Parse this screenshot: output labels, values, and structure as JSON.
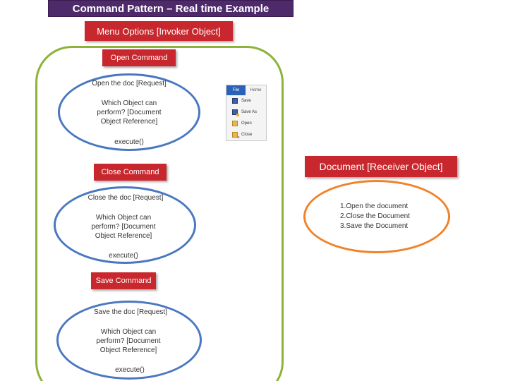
{
  "title": "Command Pattern – Real time Example",
  "invoker": {
    "label": "Menu Options [Invoker Object]"
  },
  "commands": [
    {
      "label": "Open Command",
      "request": "Open the doc [Request]",
      "question_line1": "Which Object can",
      "question_line2": "perform? [Document",
      "question_line3": "Object Reference]",
      "method": "execute()"
    },
    {
      "label": "Close Command",
      "request": "Close the doc [Request]",
      "question_line1": "Which Object can",
      "question_line2": "perform? [Document",
      "question_line3": "Object Reference]",
      "method": "execute()"
    },
    {
      "label": "Save Command",
      "request": "Save the doc [Request]",
      "question_line1": "Which Object can",
      "question_line2": "perform? [Document",
      "question_line3": "Object Reference]",
      "method": "execute()"
    }
  ],
  "receiver": {
    "label": "Document [Receiver Object]",
    "actions": [
      "1.Open the document",
      "2.Close the Document",
      "3.Save the Document"
    ]
  },
  "file_menu": {
    "tabs": [
      "File",
      "Home"
    ],
    "items": [
      {
        "label": "Save",
        "icon": "save-icon"
      },
      {
        "label": "Save As",
        "icon": "save-as-icon"
      },
      {
        "label": "Open",
        "icon": "open-folder-icon"
      },
      {
        "label": "Close",
        "icon": "close-folder-icon"
      }
    ]
  },
  "colors": {
    "title_bg": "#4e2a6b",
    "command_box": "#c8272d",
    "invoker_border": "#8db33a",
    "command_ellipse": "#4a78c0",
    "receiver_ellipse": "#f0832a"
  }
}
